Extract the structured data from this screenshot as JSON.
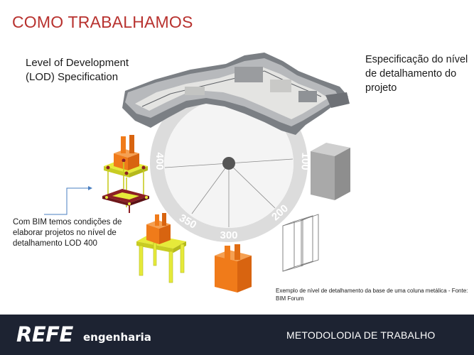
{
  "slide": {
    "title": "COMO TRABALHAMOS",
    "lod_heading": "Level of Development (LOD) Specification",
    "spec_heading": "Especificação do nível de detalhamento do projeto",
    "note": "Com BIM temos condições de elaborar projetos no nível de detalhamento LOD 400",
    "caption": "Exemplo de nível de detalhamento da base de uma coluna metálica - Fonte: BIM Forum"
  },
  "dial": {
    "labels": [
      "100",
      "200",
      "300",
      "350",
      "400"
    ]
  },
  "footer": {
    "logo_main": "REFE",
    "logo_sub": "engenharia",
    "section": "METODOLODIA DE TRABALHO"
  },
  "colors": {
    "title": "#b8322f",
    "footer_bg": "#1d2332",
    "dial_ring": "#dcdcdc",
    "steel_orange": "#f07b1a",
    "base_yellow": "#e6ea3a",
    "anchor_red": "#8c1f24"
  }
}
